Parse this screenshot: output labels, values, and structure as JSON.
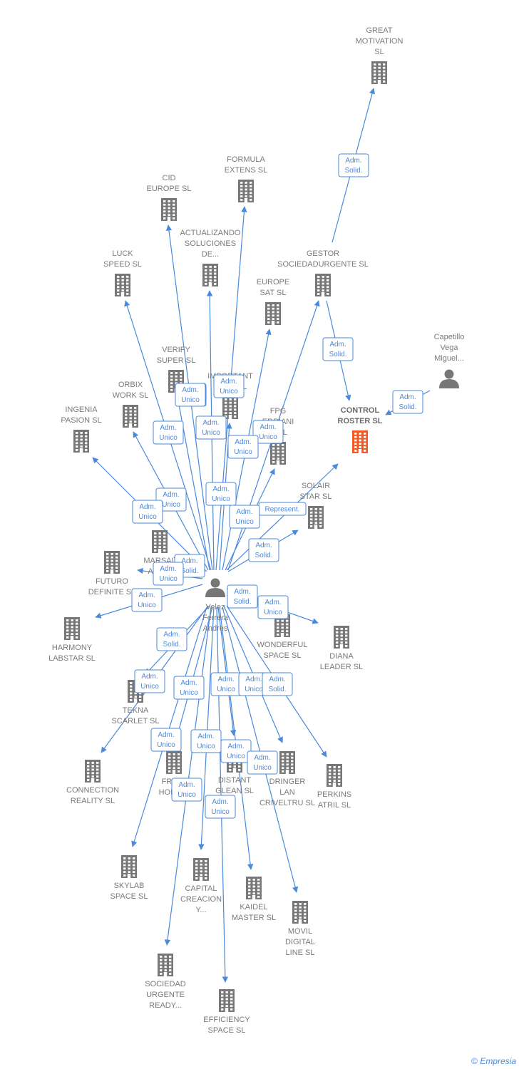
{
  "colors": {
    "edge": "#4a89dc",
    "building": "#777777",
    "highlight": "#f15a24",
    "person": "#777777"
  },
  "nodes": [
    {
      "id": "great",
      "type": "company",
      "label": [
        "GREAT",
        "MOTIVATION",
        "SL"
      ]
    },
    {
      "id": "formula",
      "type": "company",
      "label": [
        "FORMULA",
        "EXTENS  SL"
      ]
    },
    {
      "id": "cid",
      "type": "company",
      "label": [
        "CID",
        "EUROPE  SL"
      ]
    },
    {
      "id": "actualizando",
      "type": "company",
      "label": [
        "ACTUALIZANDO",
        "SOLUCIONES",
        "DE..."
      ]
    },
    {
      "id": "luck",
      "type": "company",
      "label": [
        "LUCK",
        "SPEED  SL"
      ]
    },
    {
      "id": "gestor",
      "type": "company",
      "label": [
        "GESTOR",
        "SOCIEDADURGENTE SL"
      ]
    },
    {
      "id": "europe",
      "type": "company",
      "label": [
        "EUROPE",
        "SAT  SL"
      ]
    },
    {
      "id": "capetillo",
      "type": "person",
      "label": [
        "Capetillo",
        "Vega",
        "Miguel..."
      ]
    },
    {
      "id": "verify",
      "type": "company",
      "label": [
        "VERIFY",
        "SUPER  SL"
      ]
    },
    {
      "id": "important",
      "type": "company",
      "label": [
        "IMPORTANT",
        "OPT...  SL"
      ]
    },
    {
      "id": "orbix",
      "type": "company",
      "label": [
        "ORBIX",
        "WORK  SL"
      ]
    },
    {
      "id": "control",
      "type": "company",
      "main": true,
      "label": [
        "CONTROL",
        "ROSTER  SL"
      ]
    },
    {
      "id": "ingenia",
      "type": "company",
      "label": [
        "INGENIA",
        "PASION  SL"
      ]
    },
    {
      "id": "fpg",
      "type": "company",
      "label": [
        "FPG",
        "ERRIANI",
        "...  SL"
      ]
    },
    {
      "id": "solair",
      "type": "company",
      "label": [
        "SOLAIR",
        "STAR  SL"
      ]
    },
    {
      "id": "marsal",
      "type": "company",
      "label": [
        "MARSAL",
        "AME..."
      ]
    },
    {
      "id": "futuro",
      "type": "company",
      "label": [
        "FUTURO",
        "DEFINITE  SL"
      ]
    },
    {
      "id": "velez",
      "type": "person",
      "label": [
        "Velez",
        "Ferrera",
        "Andres"
      ]
    },
    {
      "id": "harmony",
      "type": "company",
      "label": [
        "HARMONY",
        "LABSTAR SL"
      ]
    },
    {
      "id": "wonderful",
      "type": "company",
      "label": [
        "WONDERFUL",
        "SPACE  SL"
      ]
    },
    {
      "id": "diana",
      "type": "company",
      "label": [
        "DIANA",
        "LEADER  SL"
      ]
    },
    {
      "id": "tekna",
      "type": "company",
      "label": [
        "TEKNA",
        "SCARLET  SL"
      ]
    },
    {
      "id": "connection",
      "type": "company",
      "label": [
        "CONNECTION",
        "REALITY  SL"
      ]
    },
    {
      "id": "freja",
      "type": "company",
      "label": [
        "FREJA",
        "HOLDI..."
      ]
    },
    {
      "id": "distant",
      "type": "company",
      "label": [
        "DISTANT",
        "GLEAN  SL"
      ]
    },
    {
      "id": "dringer",
      "type": "company",
      "label": [
        "DRINGER",
        "LAN",
        "CRIVELTRU SL"
      ]
    },
    {
      "id": "perkins",
      "type": "company",
      "label": [
        "PERKINS",
        "ATRIL  SL"
      ]
    },
    {
      "id": "skylab",
      "type": "company",
      "label": [
        "SKYLAB",
        "SPACE  SL"
      ]
    },
    {
      "id": "capital",
      "type": "company",
      "label": [
        "CAPITAL",
        "CREACION",
        "Y..."
      ]
    },
    {
      "id": "kaidel",
      "type": "company",
      "label": [
        "KAIDEL",
        "MASTER  SL"
      ]
    },
    {
      "id": "movil",
      "type": "company",
      "label": [
        "MOVIL",
        "DIGITAL",
        "LINE SL"
      ]
    },
    {
      "id": "sociedad",
      "type": "company",
      "label": [
        "SOCIEDAD",
        "URGENTE",
        "READY..."
      ]
    },
    {
      "id": "efficiency",
      "type": "company",
      "label": [
        "EFFICIENCY",
        "SPACE SL"
      ]
    }
  ],
  "edges": [
    {
      "from": "gestor",
      "to": "great",
      "label": [
        "Adm.",
        "Solid."
      ]
    },
    {
      "from": "gestor",
      "to": "control",
      "label": [
        "Adm.",
        "Solid."
      ]
    },
    {
      "from": "capetillo",
      "to": "control",
      "label": [
        "Adm.",
        "Solid."
      ]
    },
    {
      "from": "velez",
      "to": "control",
      "label": [
        "Represent."
      ]
    },
    {
      "from": "velez",
      "to": "formula",
      "label": [
        "Adm.",
        "Unico"
      ]
    },
    {
      "from": "velez",
      "to": "cid",
      "label": [
        "Adm.",
        "Unico"
      ]
    },
    {
      "from": "velez",
      "to": "actualizando",
      "label": [
        "Adm.",
        "Unico"
      ]
    },
    {
      "from": "velez",
      "to": "luck",
      "label": [
        "Adm.",
        "Unico"
      ]
    },
    {
      "from": "velez",
      "to": "gestor",
      "label": [
        "Adm.",
        "Unico"
      ]
    },
    {
      "from": "velez",
      "to": "europe",
      "label": [
        "Adm.",
        "Unico"
      ]
    },
    {
      "from": "velez",
      "to": "verify",
      "label": [
        "Adm.",
        "Unico"
      ]
    },
    {
      "from": "velez",
      "to": "important",
      "label": [
        "Adm.",
        "Unico"
      ]
    },
    {
      "from": "velez",
      "to": "orbix",
      "label": [
        "Adm.",
        "Unico"
      ]
    },
    {
      "from": "velez",
      "to": "ingenia",
      "label": [
        "Adm.",
        "Unico"
      ]
    },
    {
      "from": "velez",
      "to": "fpg",
      "label": [
        "Adm.",
        "Unico"
      ]
    },
    {
      "from": "velez",
      "to": "solair",
      "label": [
        "Adm.",
        "Solid."
      ]
    },
    {
      "from": "velez",
      "to": "marsal",
      "label": [
        "Adm.",
        "Solid."
      ]
    },
    {
      "from": "velez",
      "to": "futuro",
      "label": [
        "Adm.",
        "Unico"
      ]
    },
    {
      "from": "velez",
      "to": "harmony",
      "label": [
        "Adm.",
        "Unico"
      ]
    },
    {
      "from": "velez",
      "to": "wonderful",
      "label": [
        "Adm.",
        "Solid."
      ]
    },
    {
      "from": "velez",
      "to": "diana",
      "label": [
        "Adm.",
        "Unico"
      ]
    },
    {
      "from": "velez",
      "to": "tekna",
      "label": [
        "Adm.",
        "Solid."
      ]
    },
    {
      "from": "velez",
      "to": "connection",
      "label": [
        "Adm.",
        "Unico"
      ]
    },
    {
      "from": "velez",
      "to": "freja",
      "label": [
        "Adm.",
        "Unico"
      ]
    },
    {
      "from": "velez",
      "to": "distant",
      "label": [
        "Adm.",
        "Unico"
      ]
    },
    {
      "from": "velez",
      "to": "dringer",
      "label": [
        "Adm.",
        "Unico"
      ]
    },
    {
      "from": "velez",
      "to": "perkins",
      "label": [
        "Adm.",
        "Solid."
      ]
    },
    {
      "from": "velez",
      "to": "skylab",
      "label": [
        "Adm.",
        "Unico"
      ]
    },
    {
      "from": "velez",
      "to": "capital",
      "label": [
        "Adm.",
        "Unico"
      ]
    },
    {
      "from": "velez",
      "to": "kaidel",
      "label": [
        "Adm.",
        "Unico"
      ]
    },
    {
      "from": "velez",
      "to": "movil",
      "label": [
        "Adm.",
        "Unico"
      ]
    },
    {
      "from": "velez",
      "to": "sociedad",
      "label": [
        "Adm.",
        "Unico"
      ]
    },
    {
      "from": "velez",
      "to": "efficiency",
      "label": [
        "Adm.",
        "Unico"
      ]
    }
  ],
  "footer": {
    "copyright": "©",
    "brand": "Empresia"
  }
}
